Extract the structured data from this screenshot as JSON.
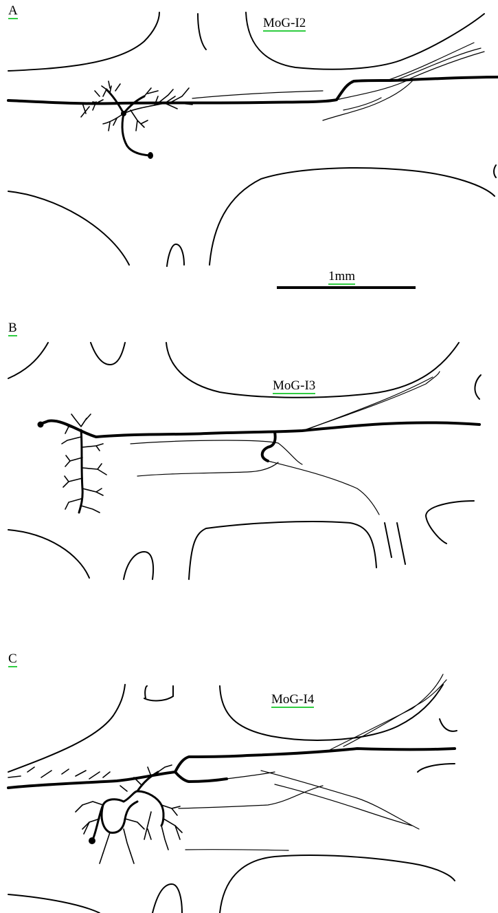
{
  "panels": [
    {
      "label": "A",
      "cell_name": "MoG-I2"
    },
    {
      "label": "B",
      "cell_name": "MoG-I3"
    },
    {
      "label": "C",
      "cell_name": "MoG-I4"
    }
  ],
  "scale_bar": {
    "label": "1mm"
  }
}
